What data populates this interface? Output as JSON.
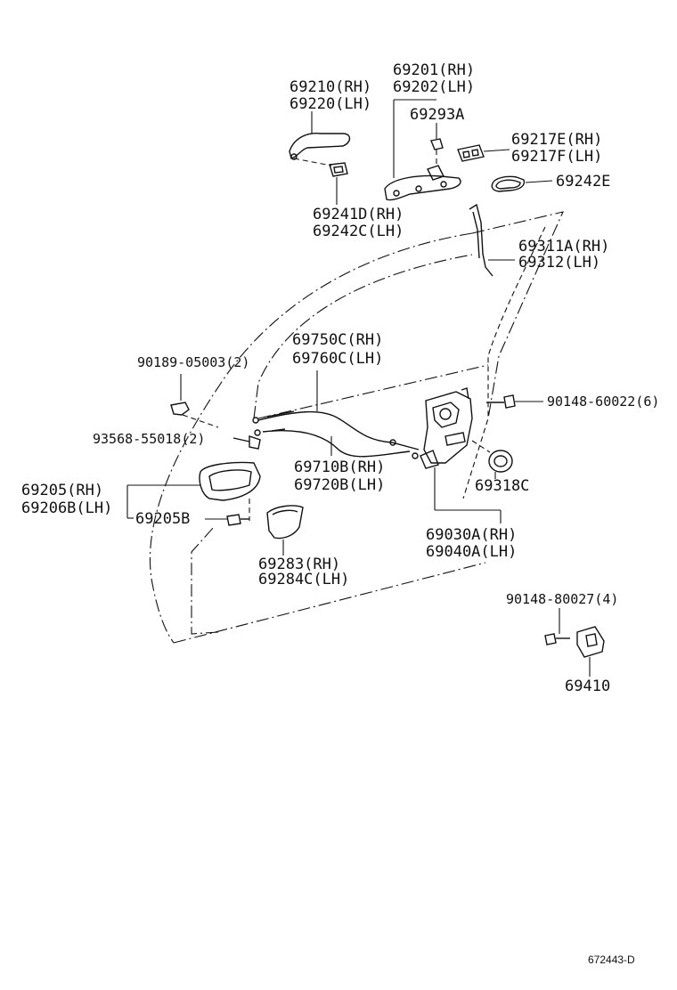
{
  "labels": {
    "p69210": "69210(RH)",
    "p69220": "69220(LH)",
    "p69201": "69201(RH)",
    "p69202": "69202(LH)",
    "p69293a": "69293A",
    "p69217e": "69217E(RH)",
    "p69217f": "69217F(LH)",
    "p69242e": "69242E",
    "p69241d": "69241D(RH)",
    "p69242c": "69242C(LH)",
    "p69311a": "69311A(RH)",
    "p69312": "69312(LH)",
    "p69750c": "69750C(RH)",
    "p69760c": "69760C(LH)",
    "p90189": "90189-05003(2)",
    "p90148_60022": "90148-60022(6)",
    "p93568": "93568-55018(2)",
    "p69710b": "69710B(RH)",
    "p69720b": "69720B(LH)",
    "p69318c": "69318C",
    "p69205": "69205(RH)",
    "p69206b": "69206B(LH)",
    "p69205b": "69205B",
    "p69030a": "69030A(RH)",
    "p69040a": "69040A(LH)",
    "p69283": "69283(RH)",
    "p69284c": "69284C(LH)",
    "p90148_80027": "90148-80027(4)",
    "p69410": "69410"
  },
  "drawing_code": "672443-D"
}
